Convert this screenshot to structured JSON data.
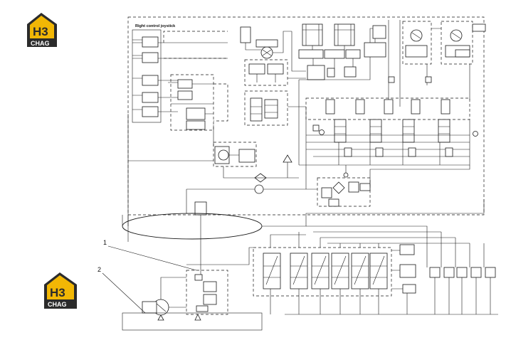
{
  "diagram": {
    "title": "Right control joystick",
    "callouts": [
      {
        "label": "1"
      },
      {
        "label": "2"
      }
    ]
  },
  "logo": {
    "mark": "H3",
    "text": "CHAG",
    "colors": {
      "yellow": "#f2b705",
      "dark": "#2b2b2b"
    }
  }
}
